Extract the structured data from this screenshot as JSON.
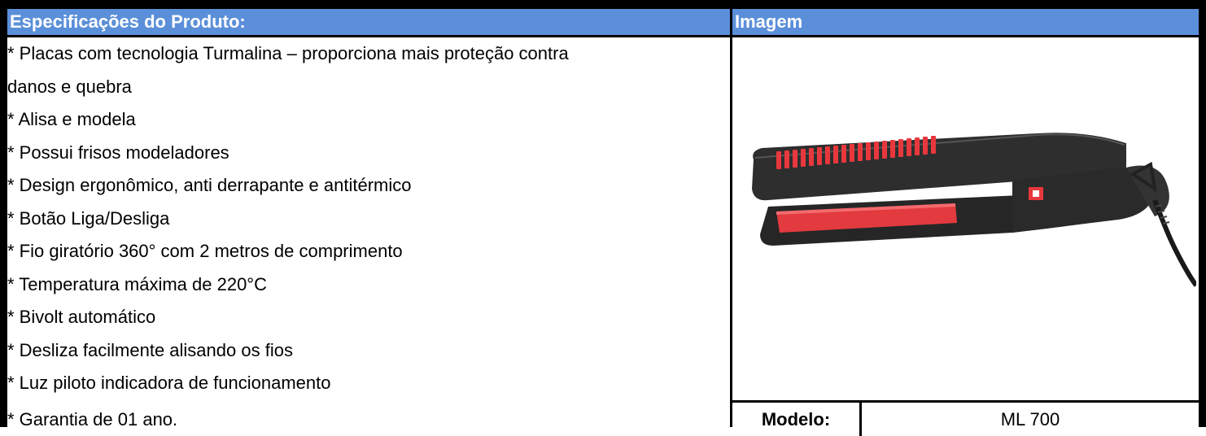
{
  "header": {
    "specs_title": "Especificações do Produto:",
    "image_title": "Imagem"
  },
  "specs": [
    "* Placas com tecnologia Turmalina – proporciona mais proteção contra",
    "danos e quebra",
    "* Alisa e modela",
    "* Possui frisos modeladores",
    "* Design ergonômico, anti derrapante e antitérmico",
    "* Botão Liga/Desliga",
    "* Fio giratório 360° com 2 metros de comprimento",
    "* Temperatura máxima de 220°C",
    "* Bivolt automático",
    "* Desliza facilmente alisando os fios",
    "* Luz piloto indicadora de funcionamento"
  ],
  "warranty": "* Garantia de 01 ano.",
  "model": {
    "label": "Modelo:",
    "value": "ML 700"
  },
  "colors": {
    "header_bg": "#5b8fd9",
    "header_text": "#ffffff",
    "border": "#000000",
    "product_body": "#2b2b2b",
    "product_accent": "#e8383d"
  },
  "image": {
    "icon": "hair-straightener-image"
  }
}
